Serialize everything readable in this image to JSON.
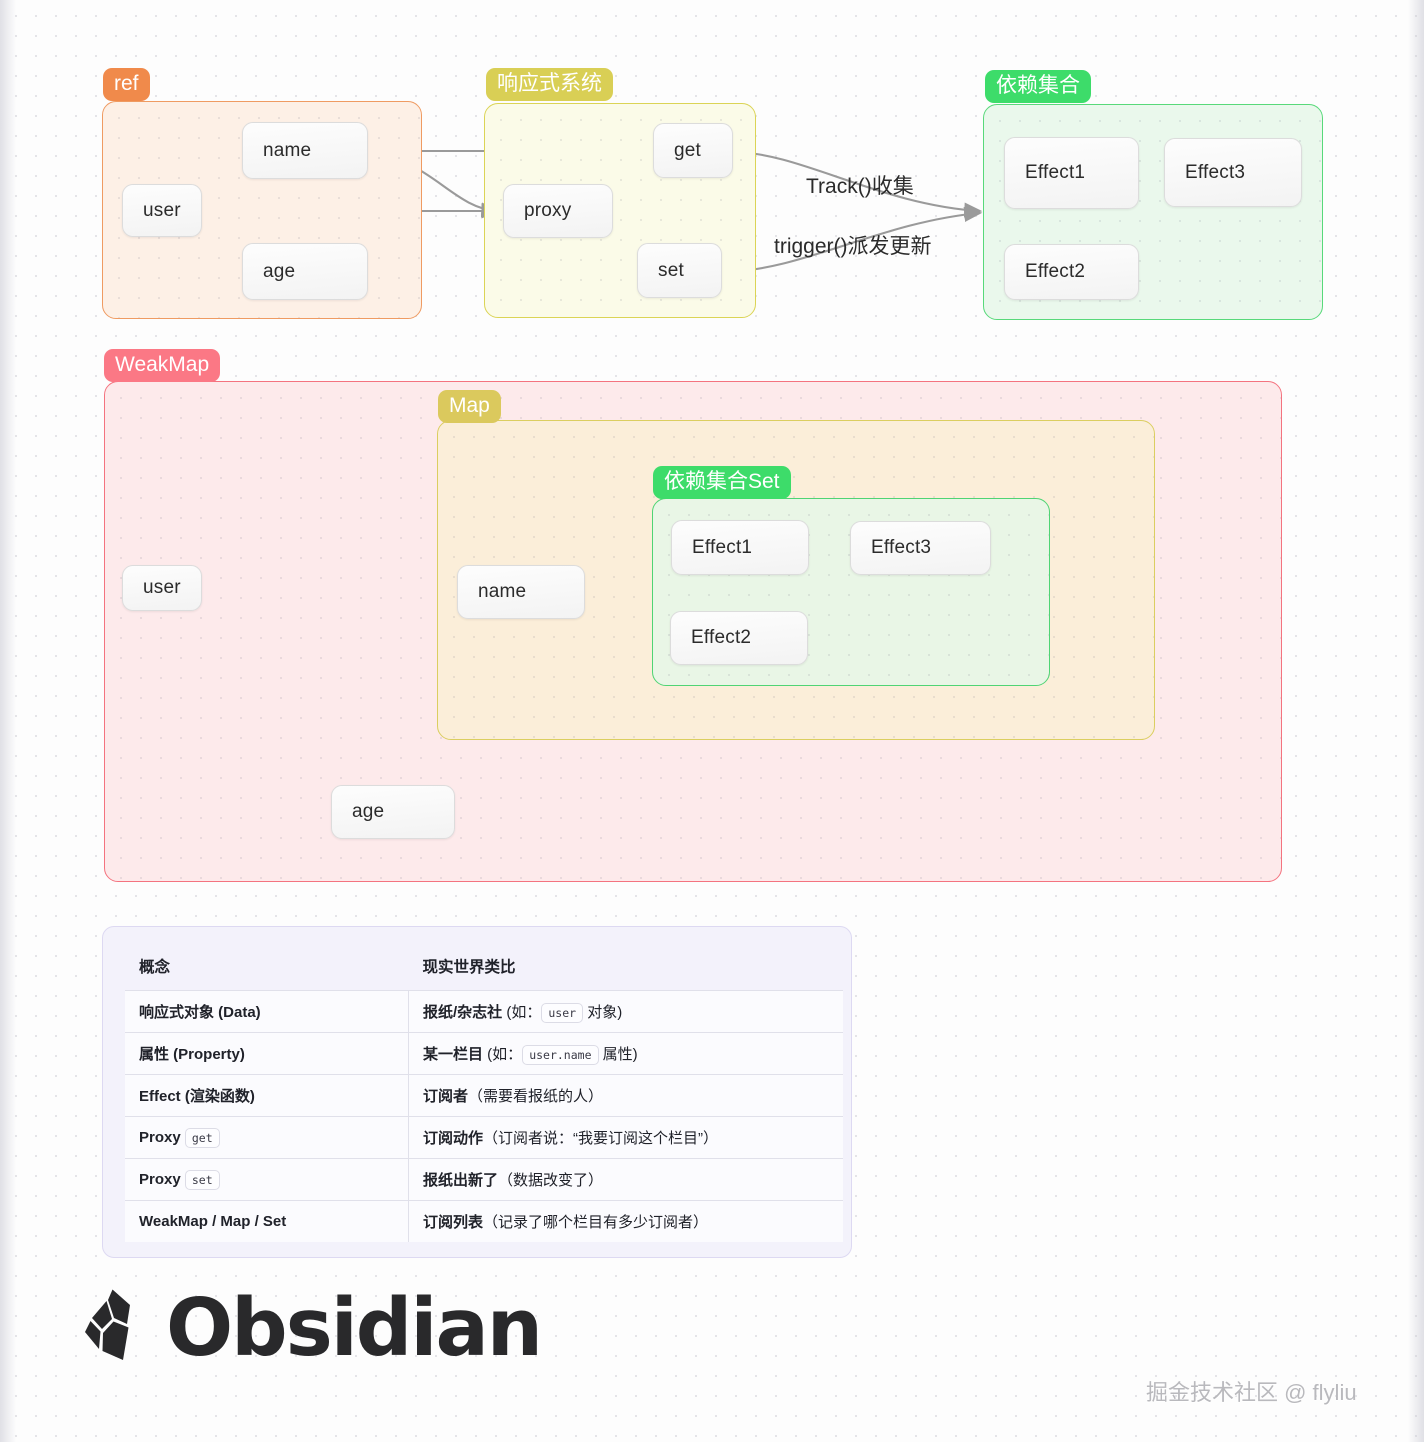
{
  "diagram": {
    "groups": [
      {
        "id": "ref",
        "label": "ref"
      },
      {
        "id": "react",
        "label": "响应式系统"
      },
      {
        "id": "dep",
        "label": "依赖集合"
      },
      {
        "id": "weak",
        "label": "WeakMap"
      },
      {
        "id": "map",
        "label": "Map"
      },
      {
        "id": "set",
        "label": "依赖集合Set"
      }
    ],
    "nodes": {
      "ref_user": "user",
      "ref_name": "name",
      "ref_age": "age",
      "react_proxy": "proxy",
      "react_get": "get",
      "react_set": "set",
      "dep_effect1": "Effect1",
      "dep_effect2": "Effect2",
      "dep_effect3": "Effect3",
      "weak_user": "user",
      "weak_age": "age",
      "map_name": "name",
      "set_effect1": "Effect1",
      "set_effect2": "Effect2",
      "set_effect3": "Effect3"
    },
    "edge_labels": {
      "track": "Track()收集",
      "trigger": "trigger()派发更新"
    },
    "colors": {
      "ref_tag": "#f08a4b",
      "react_tag": "#d9cf55",
      "dep_tag": "#3ddc6a",
      "weak_tag": "#fb7885",
      "map_tag": "#dbc95d",
      "set_tag": "#3ddc6a",
      "arrow": "#9a9a9a"
    }
  },
  "table": {
    "headers": [
      "概念",
      "现实世界类比"
    ],
    "rows": [
      {
        "concept": "响应式对象 (Data)",
        "concept_chip": "",
        "analogy_bold": "报纸/杂志社",
        "analogy_pre": " (如：",
        "analogy_chip": "user",
        "analogy_post": "对象)"
      },
      {
        "concept": "属性 (Property)",
        "concept_chip": "",
        "analogy_bold": "某一栏目",
        "analogy_pre": " (如：",
        "analogy_chip": "user.name",
        "analogy_post": "属性)"
      },
      {
        "concept": "Effect (渲染函数)",
        "concept_chip": "",
        "analogy_bold": "订阅者",
        "analogy_pre": "（需要看报纸的人）",
        "analogy_chip": "",
        "analogy_post": ""
      },
      {
        "concept": "Proxy",
        "concept_chip": "get",
        "analogy_bold": "订阅动作",
        "analogy_pre": "（订阅者说：“我要订阅这个栏目”）",
        "analogy_chip": "",
        "analogy_post": ""
      },
      {
        "concept": "Proxy",
        "concept_chip": "set",
        "analogy_bold": "报纸出新了",
        "analogy_pre": "（数据改变了）",
        "analogy_chip": "",
        "analogy_post": ""
      },
      {
        "concept": "WeakMap / Map / Set",
        "concept_chip": "",
        "analogy_bold": "订阅列表",
        "analogy_pre": "（记录了哪个栏目有多少订阅者）",
        "analogy_chip": "",
        "analogy_post": ""
      }
    ]
  },
  "footer": {
    "brand": "Obsidian",
    "watermark": "掘金技术社区 @ flyliu"
  }
}
